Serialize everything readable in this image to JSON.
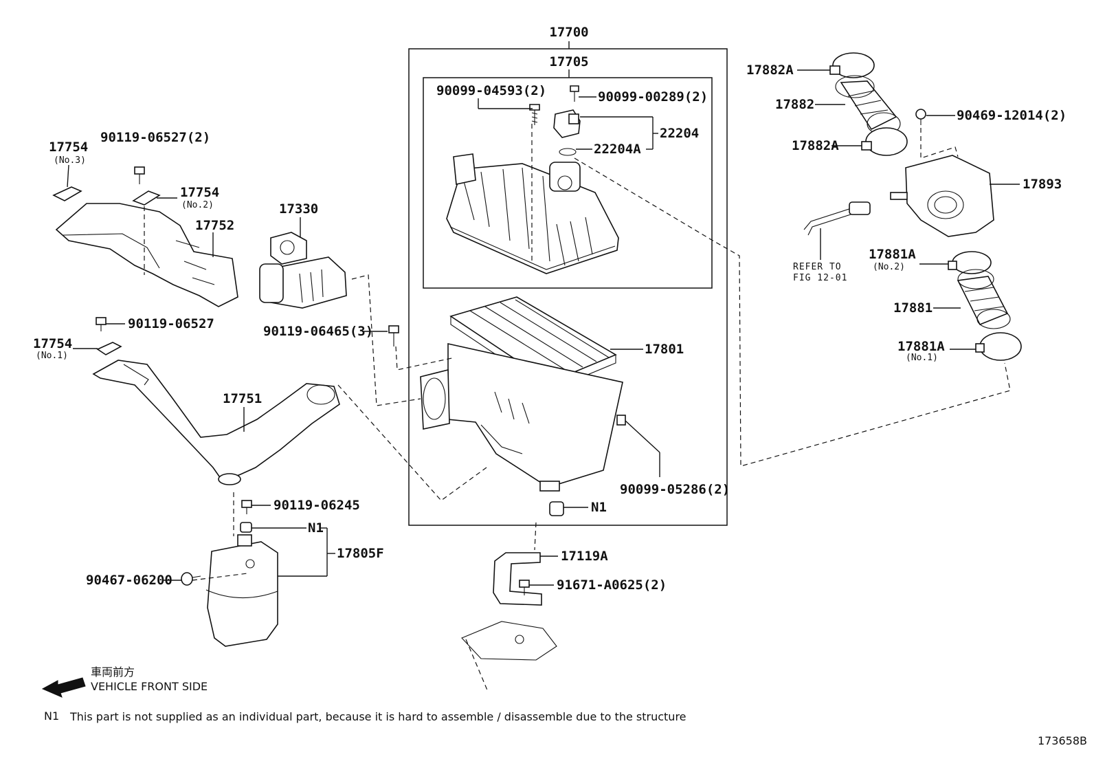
{
  "labels": {
    "assy_17700": "17700",
    "assy_17705": "17705",
    "p_90099_04593": "90099-04593(2)",
    "p_90099_00289": "90099-00289(2)",
    "p_22204": "22204",
    "p_22204A": "22204A",
    "p_17882A_top": "17882A",
    "p_17882": "17882",
    "p_17882A_bottom": "17882A",
    "p_90469_12014": "90469-12014(2)",
    "p_17893": "17893",
    "refer_line1": "REFER TO",
    "refer_line2": "FIG 12-01",
    "p_17881A_no2": "17881A",
    "p_17881A_no2_sub": "(No.2)",
    "p_17881": "17881",
    "p_17881A_no1": "17881A",
    "p_17881A_no1_sub": "(No.1)",
    "p_17754_no3": "17754",
    "p_17754_no3_sub": "(No.3)",
    "p_90119_06527_2": "90119-06527(2)",
    "p_17754_no2": "17754",
    "p_17754_no2_sub": "(No.2)",
    "p_17752": "17752",
    "p_17330": "17330",
    "p_90119_06527": "90119-06527",
    "p_17754_no1": "17754",
    "p_17754_no1_sub": "(No.1)",
    "p_90119_06465": "90119-06465(3)",
    "p_17801": "17801",
    "p_17751": "17751",
    "p_90099_05286": "90099-05286(2)",
    "p_N1_box": "N1",
    "p_90119_06245": "90119-06245",
    "p_N1_tank": "N1",
    "p_17805F": "17805F",
    "p_90467_06200": "90467-06200",
    "p_17119A": "17119A",
    "p_91671_A0625": "91671-A0625(2)"
  },
  "legend": {
    "direction_jp": "車両前方",
    "direction_en": "VEHICLE FRONT SIDE",
    "note_key": "N1",
    "note_text": "This part is not supplied as an individual part, because it is hard to assemble / disassemble due to the structure"
  },
  "figure_code": "173658B"
}
